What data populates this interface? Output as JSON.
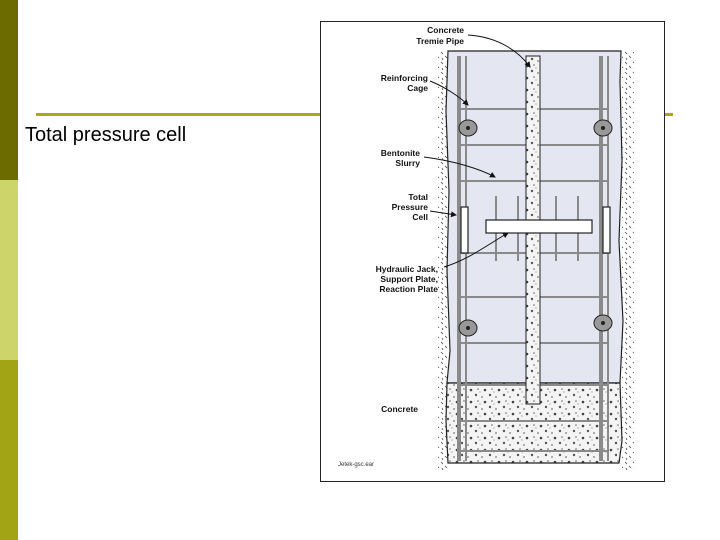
{
  "slide": {
    "title": "Total pressure cell",
    "colors": {
      "bar_top": "#6b6b00",
      "bar_middle": "#cdd46a",
      "bar_bottom": "#a3a316",
      "rule": "#a8a814"
    }
  },
  "diagram": {
    "labels": {
      "tremie_line1": "Concrete",
      "tremie_line2": "Tremie Pipe",
      "cage_line1": "Reinforcing",
      "cage_line2": "Cage",
      "slurry_line1": "Bentonite",
      "slurry_line2": "Slurry",
      "cell_line1": "Total",
      "cell_line2": "Pressure",
      "cell_line3": "Cell",
      "jack_line1": "Hydraulic Jack,",
      "jack_line2": "Support Plate,",
      "jack_line3": "Reaction Plate",
      "concrete": "Concrete",
      "credit": "Jetek-gsc.ear"
    },
    "colors": {
      "slurry_fill": "#e4e6f2",
      "steel": "#8a8a8a",
      "outline": "#222222"
    }
  }
}
